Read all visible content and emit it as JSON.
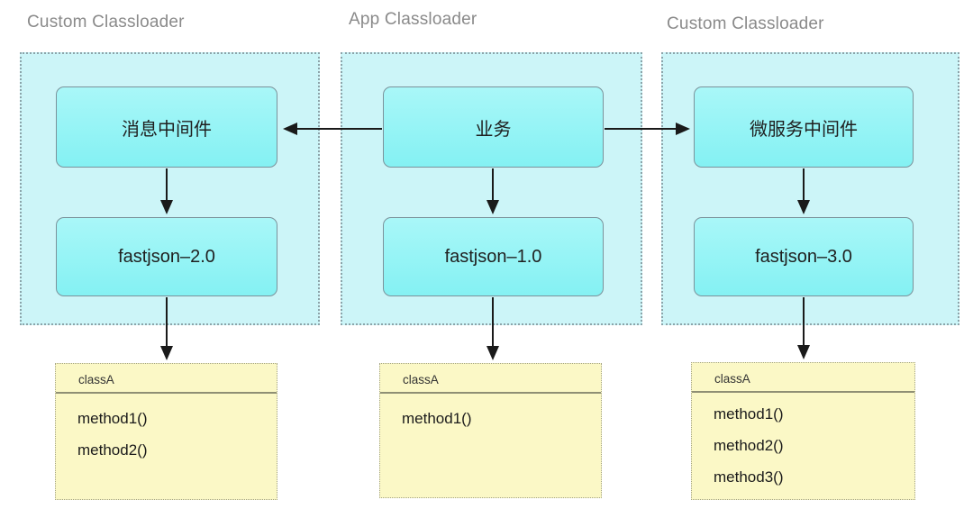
{
  "diagram": {
    "columns": [
      {
        "title": "Custom Classloader",
        "top_box": "消息中间件",
        "lib_box": "fastjson–2.0",
        "class_box": {
          "name": "classA",
          "methods": [
            "method1()",
            "method2()"
          ]
        }
      },
      {
        "title": "App Classloader",
        "top_box": "业务",
        "lib_box": "fastjson–1.0",
        "class_box": {
          "name": "classA",
          "methods": [
            "method1()"
          ]
        }
      },
      {
        "title": "Custom Classloader",
        "top_box": "微服务中间件",
        "lib_box": "fastjson–3.0",
        "class_box": {
          "name": "classA",
          "methods": [
            "method1()",
            "method2()",
            "method3()"
          ]
        }
      }
    ],
    "edges": [
      {
        "from": "业务",
        "to": "消息中间件",
        "direction": "left"
      },
      {
        "from": "业务",
        "to": "微服务中间件",
        "direction": "right"
      },
      {
        "from": "消息中间件",
        "to": "fastjson–2.0",
        "direction": "down"
      },
      {
        "from": "业务",
        "to": "fastjson–1.0",
        "direction": "down"
      },
      {
        "from": "微服务中间件",
        "to": "fastjson–3.0",
        "direction": "down"
      },
      {
        "from": "fastjson–2.0",
        "to": "classA",
        "direction": "down"
      },
      {
        "from": "fastjson–1.0",
        "to": "classA",
        "direction": "down"
      },
      {
        "from": "fastjson–3.0",
        "to": "classA",
        "direction": "down"
      }
    ],
    "colors": {
      "container_fill": "#ccf5f8",
      "container_border": "#8ba4aa",
      "node_fill": "#84f1f3",
      "node_border": "#7b929b",
      "class_fill": "#fbf8c6",
      "class_border": "#a3a386",
      "arrow": "#1a1a1a",
      "title_text": "#8a8a8a"
    }
  }
}
